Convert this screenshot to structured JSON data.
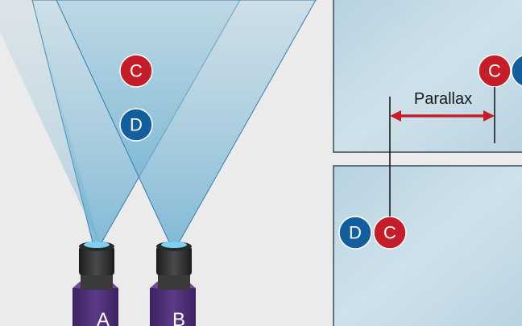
{
  "cameras": [
    {
      "label": "A"
    },
    {
      "label": "B"
    }
  ],
  "points": {
    "c": {
      "label": "C",
      "color": "#c41e2a"
    },
    "d": {
      "label": "D",
      "color": "#135f9e"
    }
  },
  "parallax": {
    "label": "Parallax",
    "color": "#c41e2a"
  },
  "colors": {
    "background": "#ecebeb",
    "cone": "#9fc7dc",
    "panel": "#c4dae5",
    "camera_body": "#4e2f78",
    "lens": "#2a2a2a"
  }
}
